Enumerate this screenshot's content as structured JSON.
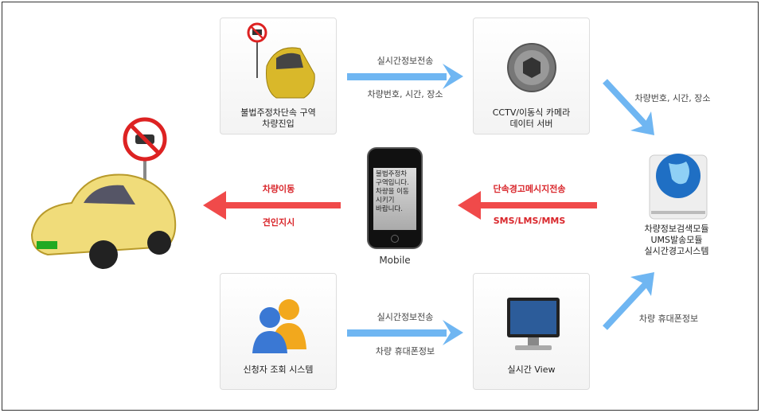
{
  "nodes": {
    "entry": {
      "line1": "불법주정차단속 구역",
      "line2": "차량진입"
    },
    "cctv": {
      "line1": "CCTV/이동식 카메라",
      "line2": "데이터 서버"
    },
    "server": {
      "line1": "차량정보검색모듈",
      "line2": "UMS발송모듈",
      "line3": "실시간경고시스템"
    },
    "mobile": {
      "label": "Mobile",
      "screen_text": "불법주정차 구역입니다. 차량을 이동 시키기 바랍니다."
    },
    "applicant": {
      "label": "신청자 조회 시스템"
    },
    "view": {
      "label": "실시간 View"
    }
  },
  "edges": {
    "entry_to_cctv": {
      "top": "실시간정보전송",
      "bottom": "차량번호, 시간, 장소"
    },
    "cctv_to_server": {
      "label": "차량번호, 시간, 장소"
    },
    "server_to_mobile": {
      "top": "단속경고메시지전송",
      "bottom": "SMS/LMS/MMS"
    },
    "mobile_to_car": {
      "top": "차량이동",
      "bottom": "견인지시"
    },
    "applicant_to_view": {
      "top": "실시간정보전송",
      "bottom": "차량 휴대폰정보"
    },
    "view_to_server": {
      "label": "차량 휴대폰정보"
    }
  },
  "colors": {
    "blue_arrow": "#6fb6f2",
    "red_arrow": "#f04a4a",
    "red_text": "#d9262b"
  }
}
